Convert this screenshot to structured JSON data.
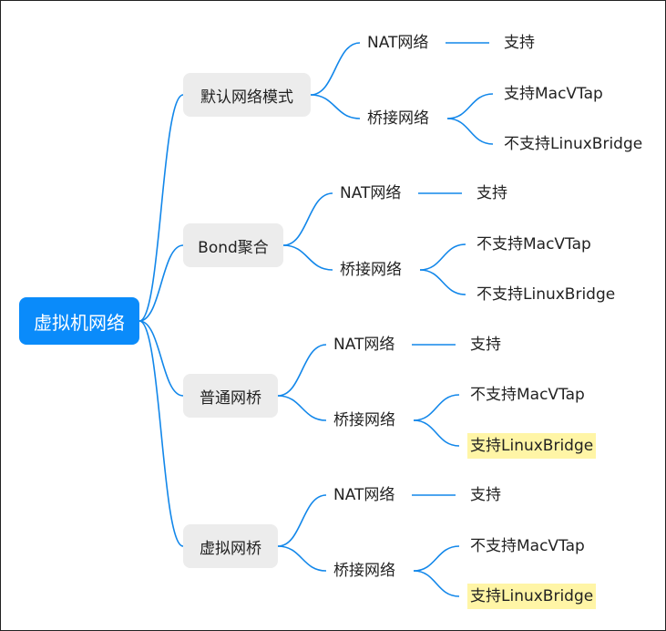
{
  "root": "虚拟机网络",
  "branches": [
    {
      "label": "默认网络模式",
      "nat": {
        "label": "NAT网络",
        "result": "支持"
      },
      "bridge": {
        "label": "桥接网络",
        "items": [
          {
            "text": "支持MacVTap",
            "highlight": false
          },
          {
            "text": "不支持LinuxBridge",
            "highlight": false
          }
        ]
      }
    },
    {
      "label": "Bond聚合",
      "nat": {
        "label": "NAT网络",
        "result": "支持"
      },
      "bridge": {
        "label": "桥接网络",
        "items": [
          {
            "text": "不支持MacVTap",
            "highlight": false
          },
          {
            "text": "不支持LinuxBridge",
            "highlight": false
          }
        ]
      }
    },
    {
      "label": "普通网桥",
      "nat": {
        "label": "NAT网络",
        "result": "支持"
      },
      "bridge": {
        "label": "桥接网络",
        "items": [
          {
            "text": "不支持MacVTap",
            "highlight": false
          },
          {
            "text": "支持LinuxBridge",
            "highlight": true
          }
        ]
      }
    },
    {
      "label": "虚拟网桥",
      "nat": {
        "label": "NAT网络",
        "result": "支持"
      },
      "bridge": {
        "label": "桥接网络",
        "items": [
          {
            "text": "不支持MacVTap",
            "highlight": false
          },
          {
            "text": "支持LinuxBridge",
            "highlight": true
          }
        ]
      }
    }
  ],
  "colors": {
    "link": "#1287ea",
    "root_bg": "#0a8bfa",
    "branch_bg": "#ececec",
    "highlight": "#fff5a6"
  }
}
